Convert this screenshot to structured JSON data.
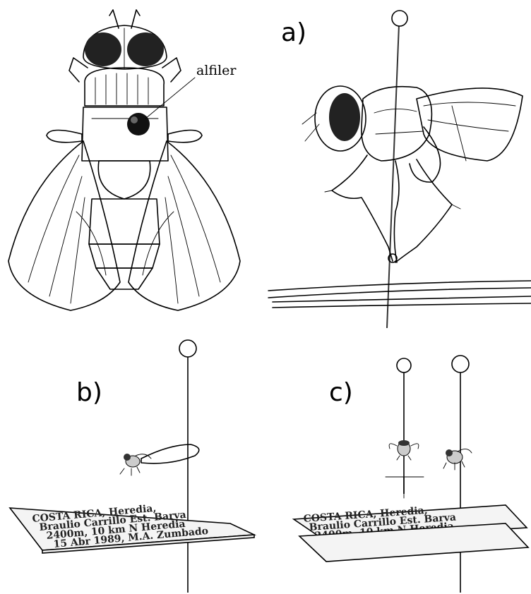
{
  "panels": {
    "a": {
      "letter": "a)"
    },
    "b": {
      "letter": "b)"
    },
    "c": {
      "letter": "c)"
    }
  },
  "callout": {
    "text": "alfiler"
  },
  "specimen_label": {
    "lines": [
      "COSTA RICA, Heredia,",
      "Braulio Carrillo Est. Barva",
      "2400m, 10 km N Heredia",
      "15 Abr 1989, M.A. Zumbado"
    ]
  }
}
